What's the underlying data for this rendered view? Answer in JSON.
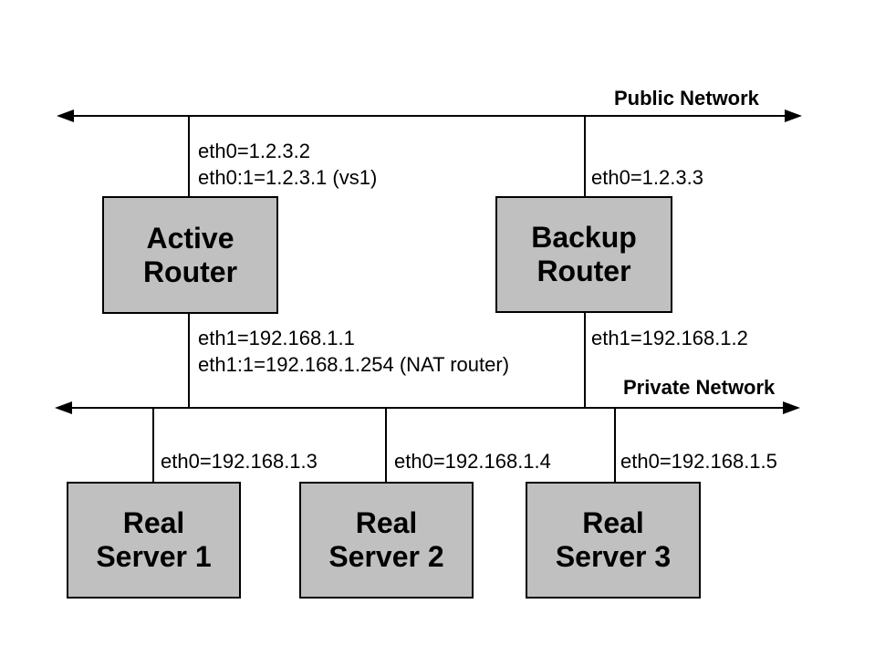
{
  "diagram": {
    "colors": {
      "background": "#ffffff",
      "box_fill": "#c0c0c0",
      "line": "#000000"
    },
    "public_network": {
      "label": "Public Network"
    },
    "private_network": {
      "label": "Private Network"
    },
    "routers": [
      {
        "title_line1": "Active",
        "title_line2": "Router",
        "public_interfaces": [
          "eth0=1.2.3.2",
          "eth0:1=1.2.3.1 (vs1)"
        ],
        "private_interfaces": [
          "eth1=192.168.1.1",
          "eth1:1=192.168.1.254 (NAT router)"
        ]
      },
      {
        "title_line1": "Backup",
        "title_line2": "Router",
        "public_interfaces": [
          "eth0=1.2.3.3"
        ],
        "private_interfaces": [
          "eth1=192.168.1.2"
        ]
      }
    ],
    "servers": [
      {
        "title_line1": "Real",
        "title_line2": "Server 1",
        "interface": "eth0=192.168.1.3"
      },
      {
        "title_line1": "Real",
        "title_line2": "Server 2",
        "interface": "eth0=192.168.1.4"
      },
      {
        "title_line1": "Real",
        "title_line2": "Server 3",
        "interface": "eth0=192.168.1.5"
      }
    ]
  }
}
